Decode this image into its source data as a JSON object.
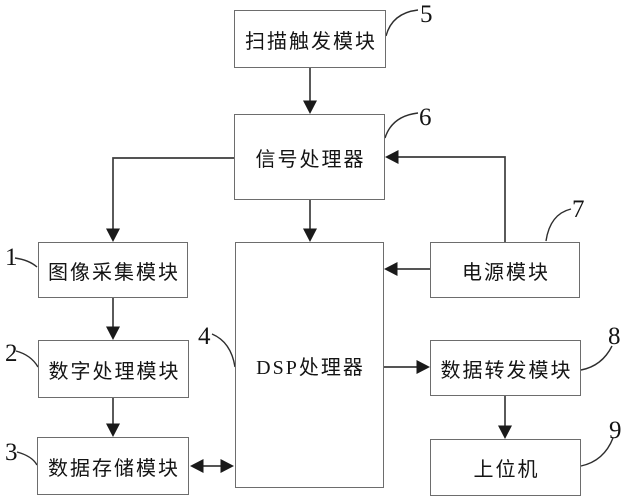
{
  "figure": {
    "type": "block-diagram",
    "background_color": "#ffffff",
    "line_color": "#3d3d3d",
    "box_border_color": "#6d6d6d",
    "text_color": "#141414",
    "arrow_color": "#1a1a1a"
  },
  "boxes": {
    "scan_trigger": {
      "label": "扫描触发模块",
      "ref": "5"
    },
    "signal_processor": {
      "label": "信号处理器",
      "ref": "6"
    },
    "image_acquisition": {
      "label": "图像采集模块",
      "ref": "1"
    },
    "digital_processing": {
      "label": "数字处理模块",
      "ref": "2"
    },
    "data_storage": {
      "label": "数据存储模块",
      "ref": "3"
    },
    "dsp_processor": {
      "label": "DSP处理器",
      "ref": "4"
    },
    "power_module": {
      "label": "电源模块",
      "ref": "7"
    },
    "data_forwarding": {
      "label": "数据转发模块",
      "ref": "8"
    },
    "host_computer": {
      "label": "上位机",
      "ref": "9"
    }
  },
  "connections": [
    {
      "from": "scan_trigger",
      "to": "signal_processor",
      "type": "arrow"
    },
    {
      "from": "signal_processor",
      "to": "image_acquisition",
      "type": "arrow"
    },
    {
      "from": "image_acquisition",
      "to": "digital_processing",
      "type": "arrow"
    },
    {
      "from": "digital_processing",
      "to": "data_storage",
      "type": "arrow"
    },
    {
      "from": "signal_processor",
      "to": "dsp_processor",
      "type": "arrow"
    },
    {
      "from": "power_module",
      "to": "signal_processor",
      "type": "arrow"
    },
    {
      "from": "power_module",
      "to": "dsp_processor",
      "type": "arrow"
    },
    {
      "from": "dsp_processor",
      "to": "data_forwarding",
      "type": "arrow"
    },
    {
      "from": "data_storage",
      "to": "dsp_processor",
      "type": "bidirectional-arrow"
    },
    {
      "from": "data_forwarding",
      "to": "host_computer",
      "type": "arrow"
    }
  ]
}
